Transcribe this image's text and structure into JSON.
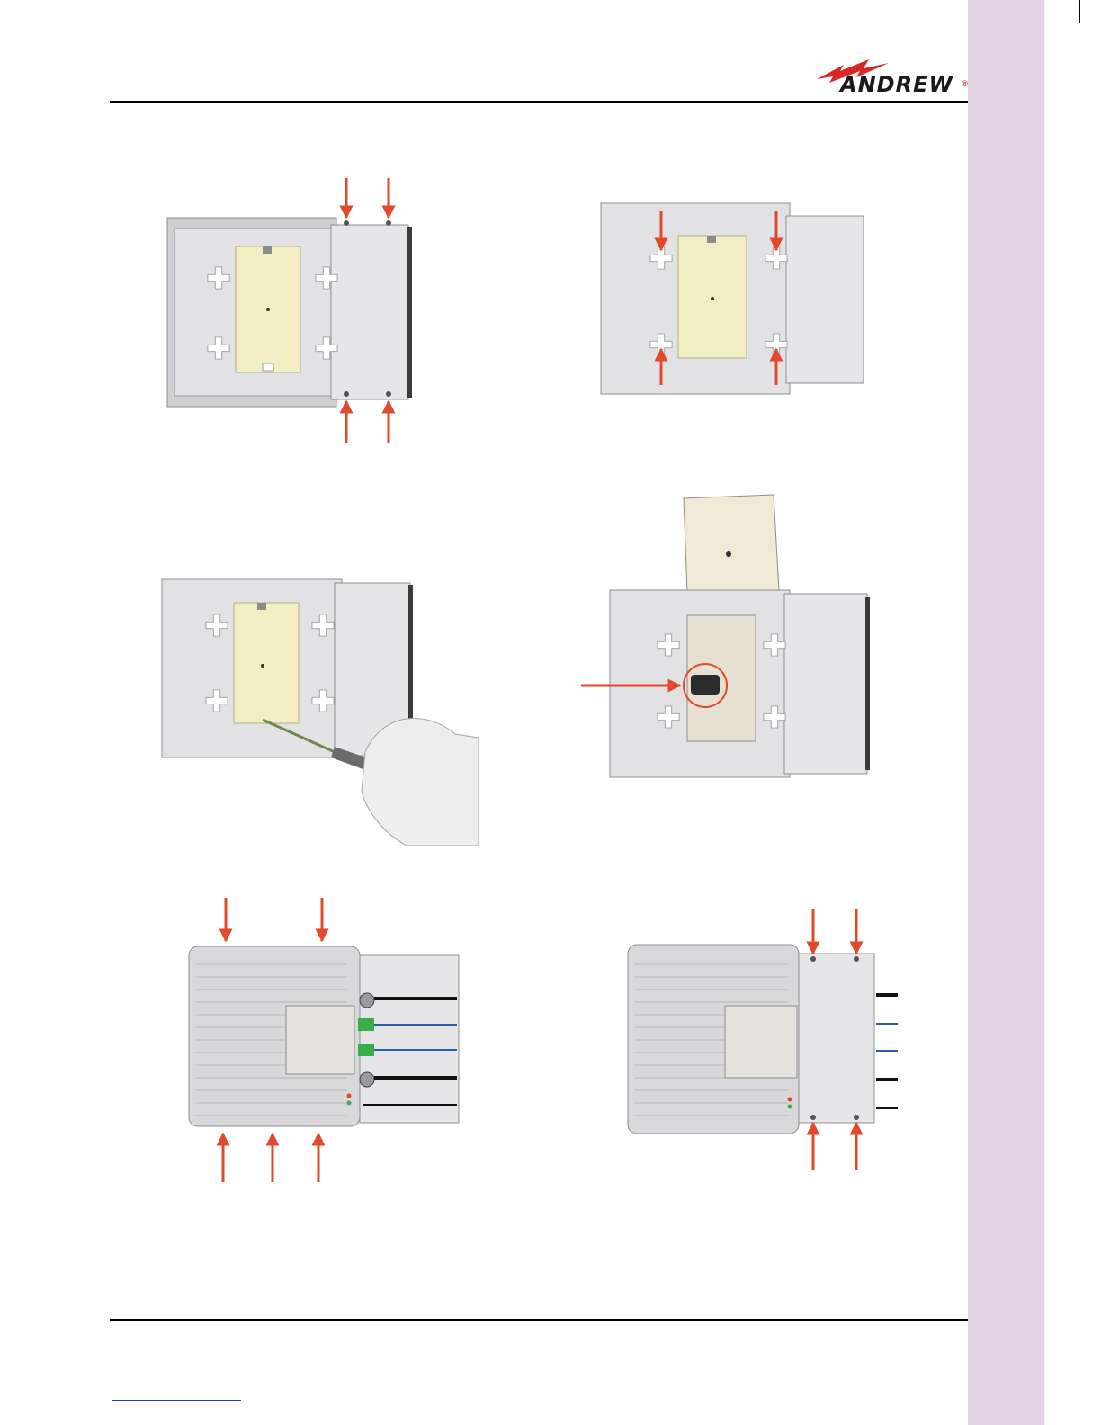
{
  "header": {
    "logo_text": "ANDREW",
    "logo_reg_mark": "®"
  },
  "colors": {
    "sidebar": "#e4d3e6",
    "arrow": "#e2492a",
    "plate": "#dcdcde",
    "tray": "#f3edc4",
    "fiber_blue": "#2a5fa8",
    "connector_green": "#3aae4a"
  },
  "figures": [
    {
      "id": "fig-1",
      "icon": "mounting-bracket-with-screw-arrows"
    },
    {
      "id": "fig-2",
      "icon": "mounting-bracket-keyhole-arrows"
    },
    {
      "id": "fig-3",
      "icon": "hand-screwdriver-opening-tray"
    },
    {
      "id": "fig-4",
      "icon": "open-splice-tray-highlight"
    },
    {
      "id": "fig-5",
      "icon": "unit-mounted-with-cables"
    },
    {
      "id": "fig-6",
      "icon": "unit-mounted-cover-closed"
    }
  ]
}
